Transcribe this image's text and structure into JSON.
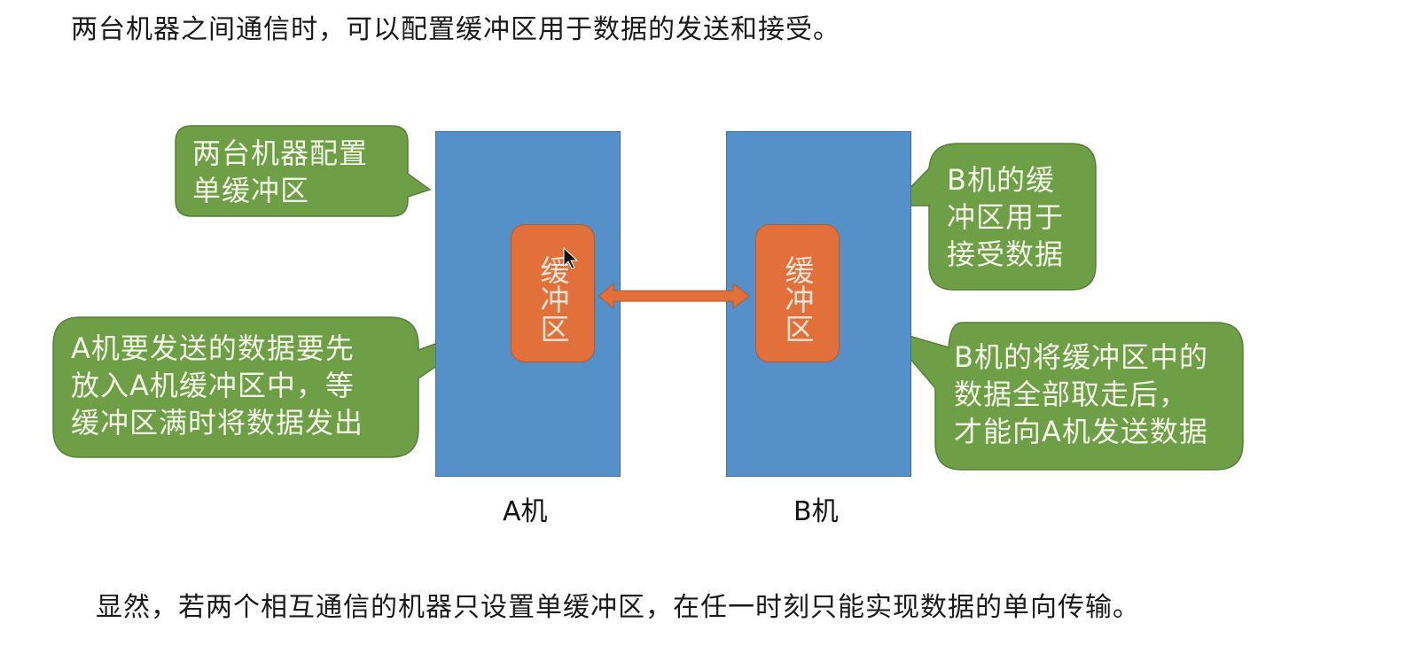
{
  "slide": {
    "title": "两台机器之间通信时，可以配置缓冲区用于数据的发送和接受。",
    "conclusion": "显然，若两个相互通信的机器只设置单缓冲区，在任一时刻只能实现数据的单向传输。"
  },
  "diagram": {
    "machines": [
      {
        "id": "A",
        "label": "A机",
        "buffer_label": "缓冲区"
      },
      {
        "id": "B",
        "label": "B机",
        "buffer_label": "缓冲区"
      }
    ],
    "link": {
      "type": "double-headed-arrow",
      "between": [
        "A",
        "B"
      ]
    },
    "callouts": [
      {
        "id": "single-buffer-config",
        "text": "两台机器配置\n单缓冲区",
        "points_to": "A"
      },
      {
        "id": "a-send",
        "text": "A机要发送的数据要先\n放入A机缓冲区中，等\n缓冲区满时将数据发出",
        "points_to": "A-buffer"
      },
      {
        "id": "b-receive",
        "text": "B机的缓\n冲区用于\n接受数据",
        "points_to": "B"
      },
      {
        "id": "b-send-back",
        "text": "B机的将缓冲区中的\n数据全部取走后，\n才能向A机发送数据",
        "points_to": "B"
      }
    ]
  },
  "colors": {
    "machine": "#5590c8",
    "buffer": "#e2703b",
    "callout": "#6e9e45",
    "arrow": "#e2703b"
  }
}
